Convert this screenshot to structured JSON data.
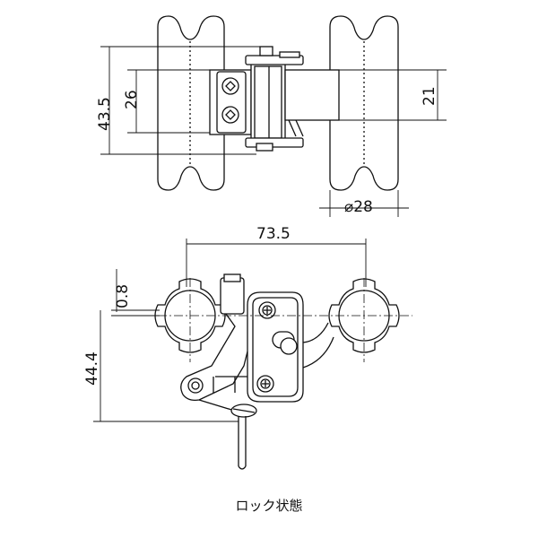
{
  "dimensions": {
    "top_height_outer": "43.5",
    "top_height_inner": "26",
    "top_right_height": "21",
    "pipe_diameter": "⌀28",
    "bottom_width": "73.5",
    "bottom_small_gap": "0.8",
    "bottom_height": "44.4"
  },
  "caption": "ロック状態"
}
